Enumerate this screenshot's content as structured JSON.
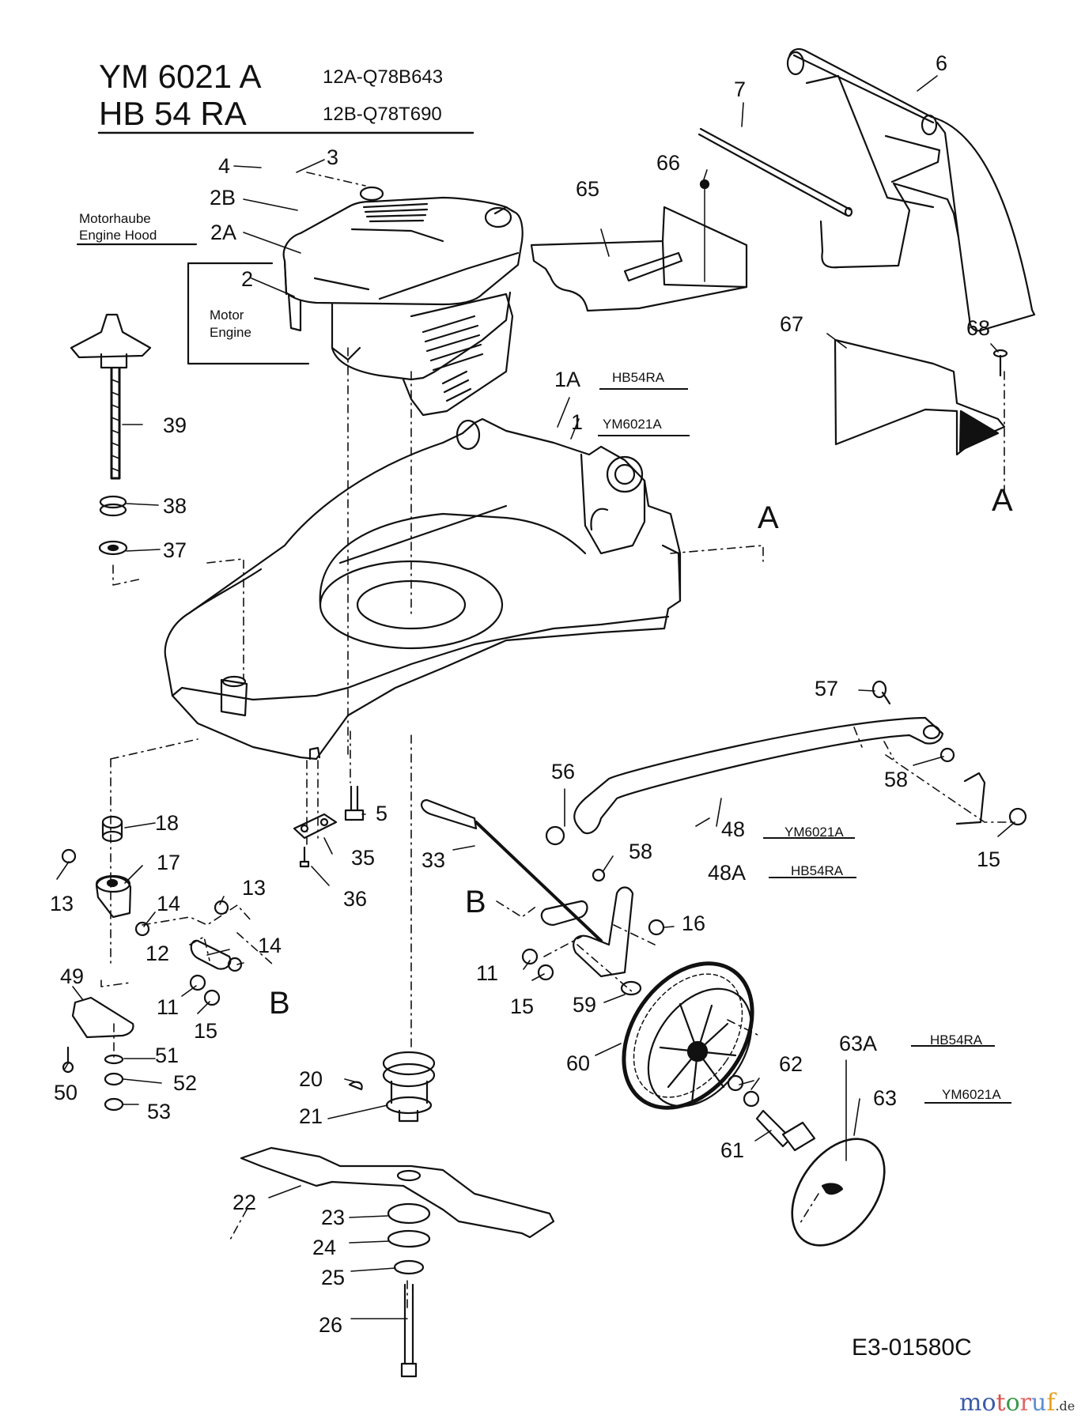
{
  "header": {
    "models": [
      {
        "name": "YM 6021 A",
        "code": "12A-Q78B643"
      },
      {
        "name": "HB 54 RA",
        "code": "12B-Q78T690"
      }
    ]
  },
  "notes": {
    "engine_hood_de": "Motorhaube",
    "engine_hood_en": "Engine Hood",
    "motor_de": "Motor",
    "motor_en": "Engine"
  },
  "variants": {
    "part_1A": "HB54RA",
    "part_1": "YM6021A",
    "part_48": "YM6021A",
    "part_48A": "HB54RA",
    "part_63A": "HB54RA",
    "part_63": "YM6021A"
  },
  "parts": {
    "p1": "1",
    "p1A": "1A",
    "p2": "2",
    "p2A": "2A",
    "p2B": "2B",
    "p3": "3",
    "p4": "4",
    "p5": "5",
    "p6": "6",
    "p7": "7",
    "p11a": "11",
    "p11b": "11",
    "p12": "12",
    "p13a": "13",
    "p13b": "13",
    "p14a": "14",
    "p14b": "14",
    "p15a": "15",
    "p15b": "15",
    "p15c": "15",
    "p16": "16",
    "p17": "17",
    "p18": "18",
    "p20": "20",
    "p21": "21",
    "p22": "22",
    "p23": "23",
    "p24": "24",
    "p25": "25",
    "p26": "26",
    "p33": "33",
    "p35": "35",
    "p36": "36",
    "p37": "37",
    "p38": "38",
    "p39": "39",
    "p48": "48",
    "p48A": "48A",
    "p49": "49",
    "p50": "50",
    "p51": "51",
    "p52": "52",
    "p53": "53",
    "p56": "56",
    "p57": "57",
    "p58a": "58",
    "p58b": "58",
    "p59": "59",
    "p60": "60",
    "p61": "61",
    "p62": "62",
    "p63": "63",
    "p63A": "63A",
    "p65": "65",
    "p66": "66",
    "p67": "67",
    "p68": "68"
  },
  "connectors": {
    "A_main": "A",
    "A_detail": "A",
    "B_left": "B",
    "B_right": "B"
  },
  "footer": {
    "drawing_id": "E3-01580C",
    "brand_name": "motoruf",
    "brand_tld": ".de",
    "brand_colors": [
      "#3b5ba8",
      "#3b5ba8",
      "#d9534f",
      "#3a9a4a",
      "#e06666",
      "#5b8fd0",
      "#e6a020"
    ]
  }
}
